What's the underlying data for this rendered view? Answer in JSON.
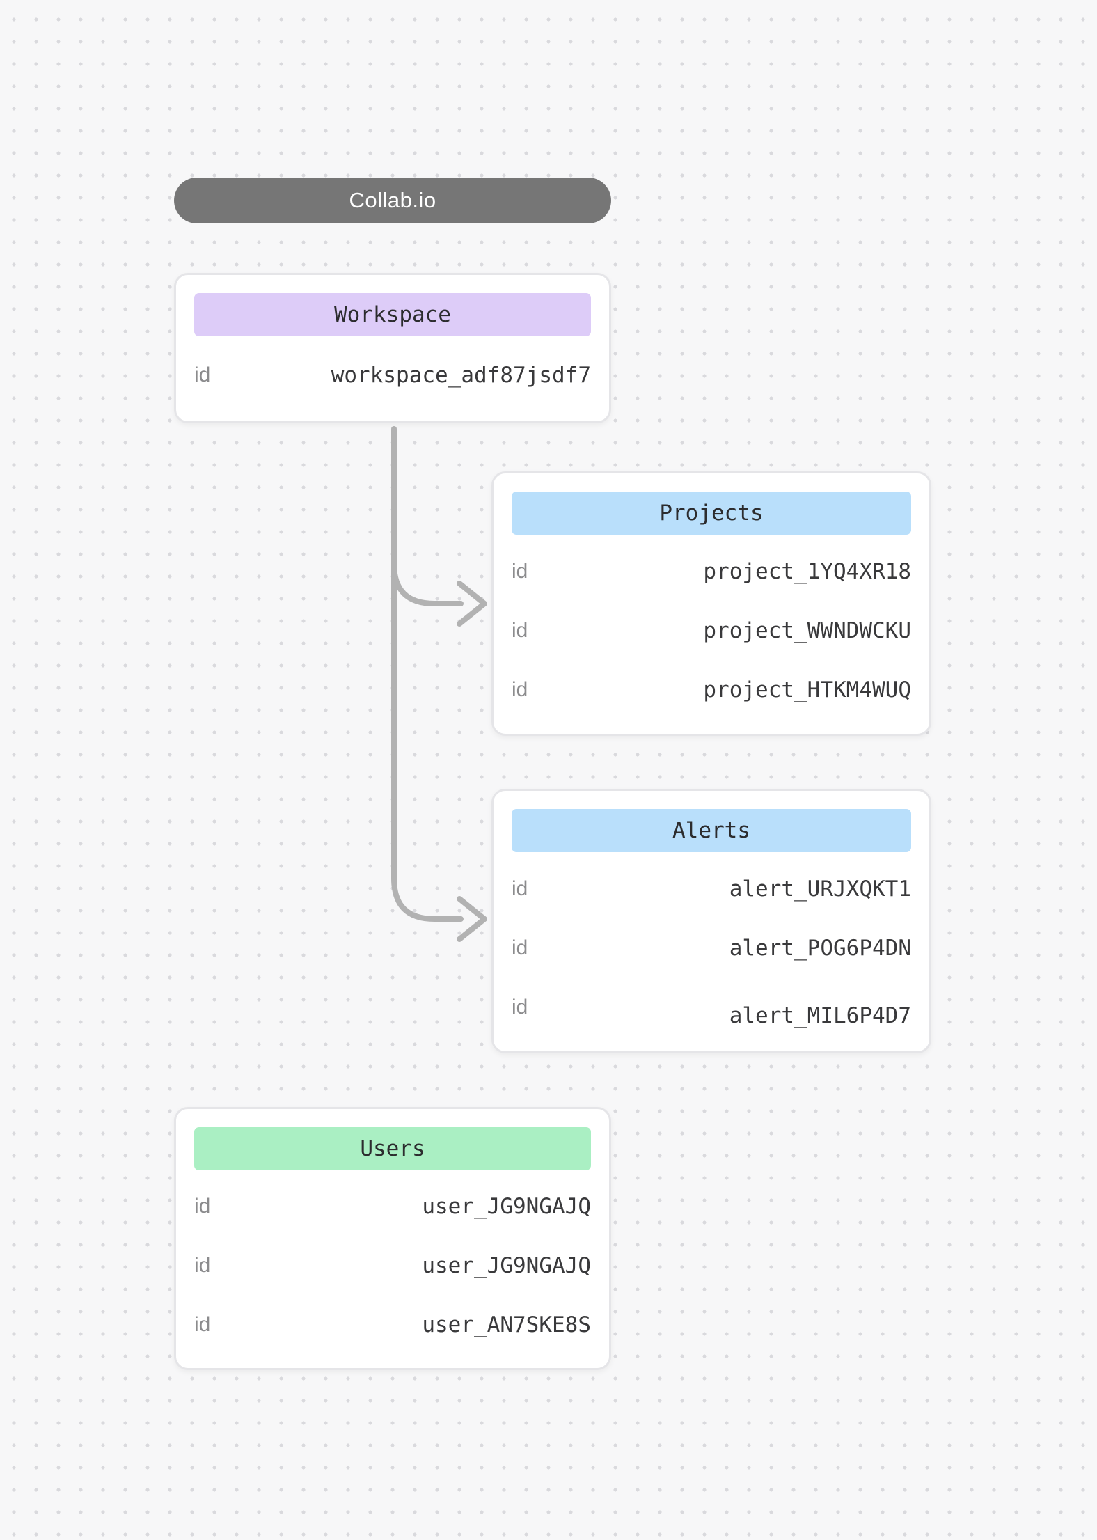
{
  "canvas": {
    "background": "#f7f7f8",
    "dot_color": "#d9d9dd"
  },
  "app_pill": {
    "label": "Collab.io",
    "background": "#767676",
    "text_color": "#ffffff"
  },
  "nodes": {
    "workspace": {
      "title": "Workspace",
      "header_color": "#ddccf8",
      "fields": [
        {
          "label": "id",
          "value": "workspace_adf87jsdf7"
        }
      ]
    },
    "projects": {
      "title": "Projects",
      "header_color": "#b9dffb",
      "fields": [
        {
          "label": "id",
          "value": "project_1YQ4XR18"
        },
        {
          "label": "id",
          "value": "project_WWNDWCKU"
        },
        {
          "label": "id",
          "value": "project_HTKM4WUQ"
        }
      ]
    },
    "alerts": {
      "title": "Alerts",
      "header_color": "#b9dffb",
      "fields": [
        {
          "label": "id",
          "value": "alert_URJXQKT1"
        },
        {
          "label": "id",
          "value": "alert_POG6P4DN"
        },
        {
          "label": "id",
          "value": "alert_MIL6P4D7"
        }
      ]
    },
    "users": {
      "title": "Users",
      "header_color": "#aaefc3",
      "fields": [
        {
          "label": "id",
          "value": "user_JG9NGAJQ"
        },
        {
          "label": "id",
          "value": "user_JG9NGAJQ"
        },
        {
          "label": "id",
          "value": "user_AN7SKE8S"
        }
      ]
    }
  },
  "connectors": {
    "color": "#b2b2b2",
    "links": [
      {
        "from": "Workspace",
        "to": "Projects"
      },
      {
        "from": "Workspace",
        "to": "Alerts"
      }
    ]
  }
}
